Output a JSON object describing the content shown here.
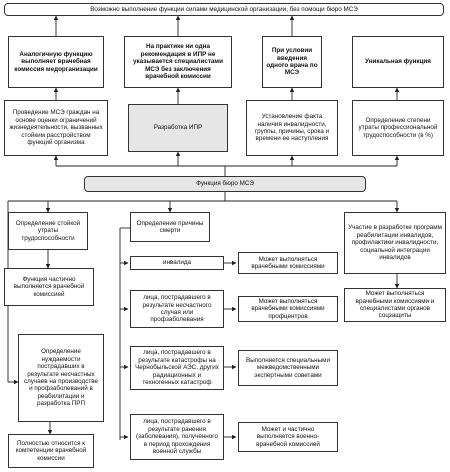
{
  "nodes": {
    "top_banner": "Возможно выполнение функции силами медицинской организации, без помощи бюро МСЭ",
    "analog_function": "Аналогичную функцию выполняет врачебная комиссия медорганизации",
    "ipr_practice": "На практике ни одна рекомендация в ИПР не указывается специалистами МСЭ без заключения врачебной комиссии",
    "single_doctor": "При условии введения одного врача по МСЭ",
    "unique_function": "Уникальная функция",
    "conduct_mse": "Проведение МСЭ граждан на основе оценки ограничений жизнедеятельности, вызванных стойким расстройством функций организма",
    "develop_ipr": "Разработка ИПР",
    "establish_fact": "Установление факта наличия инвалидности, группы, причины, срока и времени ее наступления",
    "determine_degree": "Определение степени утраты профессиональной трудоспособности (в %)",
    "bureau_function": "Функция бюро МСЭ",
    "def_persistent": "Определение стойкой утраты трудоспособности",
    "partial_function": "Функция частично выполняется врачебной комиссией",
    "def_cause_death": "Определение причины смерти",
    "invalid": "инвалида",
    "may_vk_1": "Может выполняться врачебными комиссиями",
    "persons_accident": "лица, пострадавшего в результате несчастного случая или профзаболевания",
    "may_vk_prof": "Может выполняться врачебными комиссиями профцентров",
    "persons_chernobyl": "лица, пострадавшего в результате катастрофы на Чернобыльской АЭС, других радиационных и техногенных катастроф",
    "special_councils": "Выполняется специальными межведомственными экспертными советами",
    "persons_wounded": "лица, пострадавшего в результате ранения (заболевания), полученного в период прохождения военной службы",
    "military_vk": "Может и частично выполняется военно-врачебной комиссией",
    "participation": "Участие в разработке программ реабилитации инвалидов, профилактики инвалидности, социальной интеграции инвалидов",
    "may_vk_social": "Может выполняться врачебными комиссиями и специалистами органов соцзащиты",
    "def_needs": "Определение нуждаемости пострадавших в результате несчастных случаев на производстве и профзаболеваний в реабилитации и разработка ПРП",
    "fully_vk": "Полностью относится к компетенции врачебной комиссии"
  }
}
